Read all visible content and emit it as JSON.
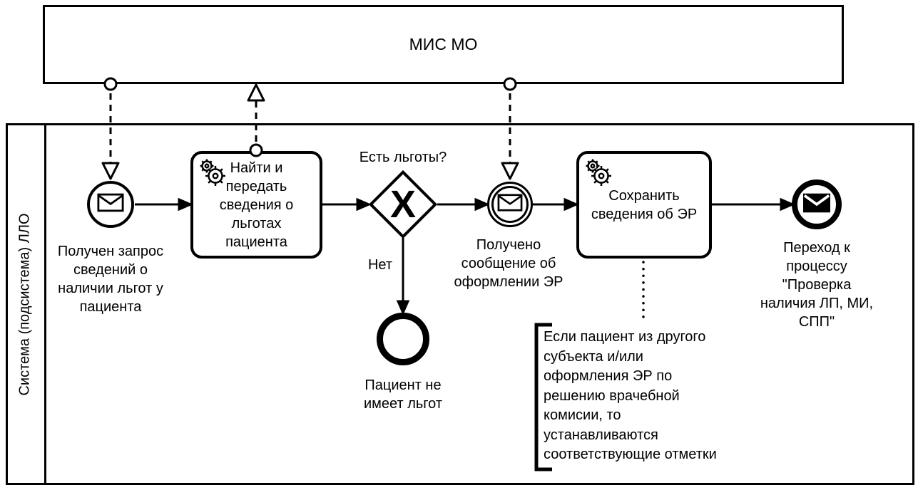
{
  "colors": {
    "ink": "#000000",
    "paper": "#ffffff"
  },
  "pools": {
    "mis_mo": {
      "title": "МИС МО"
    },
    "system": {
      "title": "Система (подсистема) ЛЛО"
    }
  },
  "nodes": {
    "start_event": {
      "label": "Получен запрос\nсведений о\nналичии льгот у\nпациента"
    },
    "task_find": {
      "label": "Найти и\nпередать\nсведения о\nльготах\nпациента"
    },
    "gateway_benefits": {
      "question": "Есть льготы?",
      "marker": "X"
    },
    "flow_no": {
      "label": "Нет"
    },
    "end_no_benefits": {
      "label": "Пациент не\nимеет льгот"
    },
    "catch_message": {
      "label": "Получено\nсообщение об\nоформлении ЭР"
    },
    "task_save": {
      "label": "Сохранить\nсведения об ЭР"
    },
    "end_message": {
      "label": "Переход к\nпроцессу\n\"Проверка\nналичия ЛП, МИ,\nСПП\""
    },
    "annotation": {
      "text": "Если пациент из другого\nсубъекта и/или\nоформления ЭР по\nрешению врачебной\nкомисии, то\nустанавливаются\nсоответствующие отметки"
    }
  },
  "icons": {
    "service_task": "gear",
    "message_event": "envelope",
    "exclusive_gateway_marker": "X"
  }
}
